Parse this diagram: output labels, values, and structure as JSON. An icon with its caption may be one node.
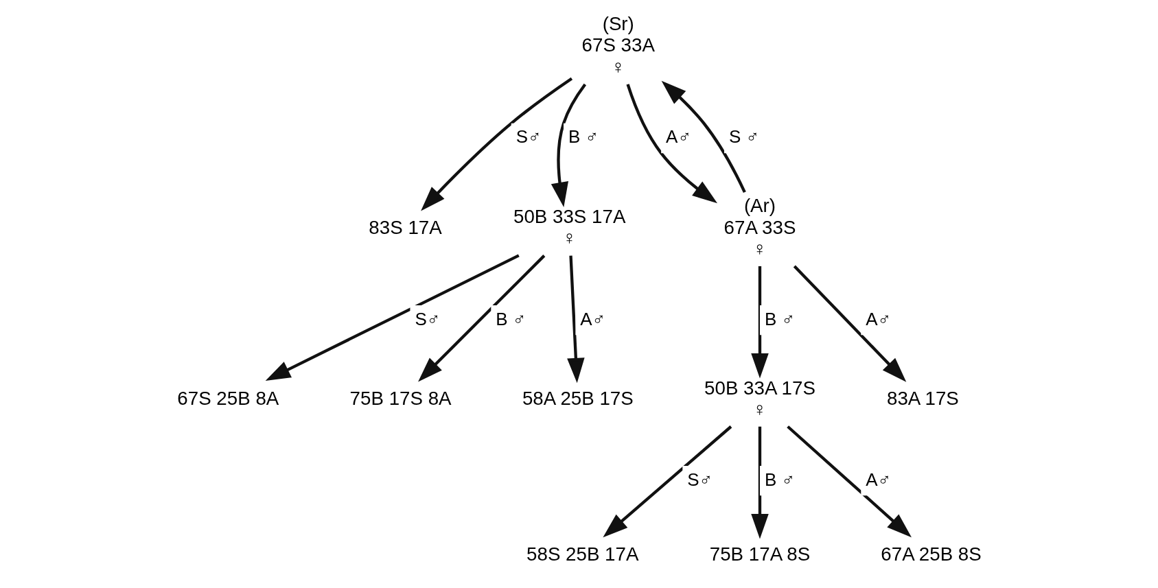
{
  "diagram": {
    "nodes": [
      {
        "text": [
          "83S 17A"
        ]
      },
      {
        "text": [
          "(Sr)",
          "67S 33A",
          "♀"
        ]
      },
      {
        "text": [
          "58S 25B 17A"
        ]
      },
      {
        "text": [
          "75B 17A 8S"
        ]
      },
      {
        "text": [
          "50B 33A 17S",
          "♀"
        ]
      },
      {
        "text": [
          "67S 25B 8A"
        ]
      },
      {
        "text": [
          "75B 17S 8A"
        ]
      },
      {
        "text": [
          "50B 33S 17A",
          "♀"
        ]
      },
      {
        "text": [
          "(Ar)",
          "67A 33S",
          "♀"
        ]
      },
      {
        "text": [
          "67A 25B 8S"
        ]
      },
      {
        "text": [
          "83A 17S"
        ]
      },
      {
        "text": [
          "58A 25B 17S"
        ]
      }
    ],
    "edges": [
      {
        "from": 1,
        "to": 0,
        "arrow": "to",
        "label": "S♂"
      },
      {
        "from": 1,
        "to": 7,
        "arrow": "to",
        "label": "B ♂"
      },
      {
        "from": 1,
        "to": 8,
        "arrow": "to",
        "label": "A♂"
      },
      {
        "from": 8,
        "to": 1,
        "arrow": "to",
        "label": "S ♂"
      },
      {
        "from": 8,
        "to": 4,
        "arrow": "to",
        "label": "B ♂"
      },
      {
        "from": 8,
        "to": 10,
        "arrow": "to",
        "label": "A♂"
      },
      {
        "from": 4,
        "to": 2,
        "arrow": "to",
        "label": "S♂"
      },
      {
        "from": 4,
        "to": 3,
        "arrow": "to",
        "label": "B ♂"
      },
      {
        "from": 4,
        "to": 9,
        "arrow": "to",
        "label": "A♂"
      },
      {
        "from": 7,
        "to": 5,
        "arrow": "to",
        "label": "S♂"
      },
      {
        "from": 7,
        "to": 6,
        "arrow": "to",
        "label": "B ♂"
      },
      {
        "from": 7,
        "to": 11,
        "arrow": "to",
        "label": "A♂"
      }
    ]
  }
}
